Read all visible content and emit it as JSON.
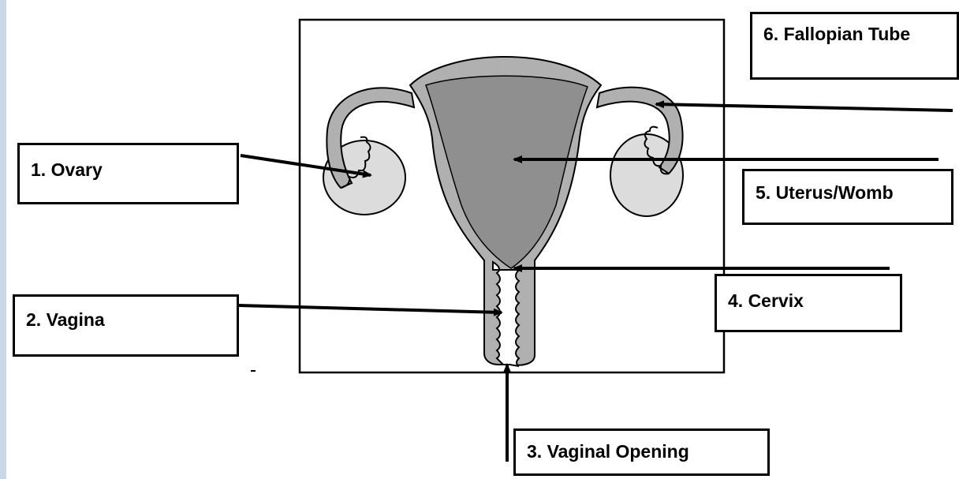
{
  "labels": {
    "ovary": "1. Ovary",
    "vagina": "2. Vagina",
    "vaginal_opening": "3. Vaginal Opening",
    "cervix": "4. Cervix",
    "uterus": "5. Uterus/Womb",
    "fallopian_tube": "6. Fallopian Tube"
  },
  "colors": {
    "background_strip": "#c9d7ea",
    "uterus_outer": "#b0b0b0",
    "uterus_inner": "#8f8f8f",
    "ovary": "#dcdcdc",
    "outline": "#000000"
  }
}
